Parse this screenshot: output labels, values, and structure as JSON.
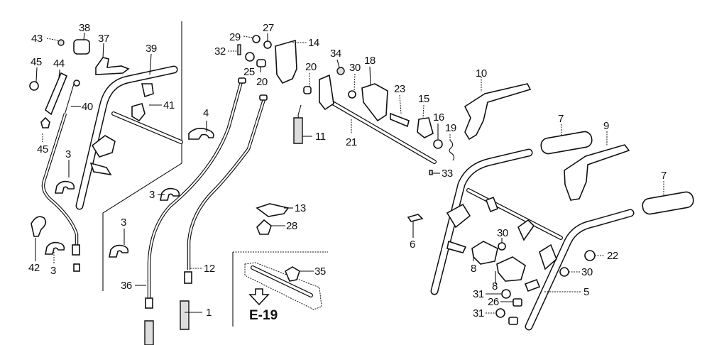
{
  "diagram": {
    "type": "exploded-parts-diagram",
    "subject": "Handle / control levers and cables assembly",
    "reference": {
      "label": "E-19",
      "arrow_icon": "hollow-down-arrow"
    },
    "callouts": [
      {
        "id": "c43",
        "label": "43"
      },
      {
        "id": "c38",
        "label": "38"
      },
      {
        "id": "c37",
        "label": "37"
      },
      {
        "id": "c45a",
        "label": "45"
      },
      {
        "id": "c44",
        "label": "44"
      },
      {
        "id": "c39",
        "label": "39"
      },
      {
        "id": "c40",
        "label": "40"
      },
      {
        "id": "c41",
        "label": "41"
      },
      {
        "id": "c45b",
        "label": "45"
      },
      {
        "id": "c3a",
        "label": "3"
      },
      {
        "id": "c42",
        "label": "42"
      },
      {
        "id": "c3b",
        "label": "3"
      },
      {
        "id": "c3c",
        "label": "3"
      },
      {
        "id": "c3d",
        "label": "3"
      },
      {
        "id": "c36",
        "label": "36"
      },
      {
        "id": "c29",
        "label": "29"
      },
      {
        "id": "c27",
        "label": "27"
      },
      {
        "id": "c32",
        "label": "32"
      },
      {
        "id": "c25",
        "label": "25"
      },
      {
        "id": "c20a",
        "label": "20"
      },
      {
        "id": "c14",
        "label": "14"
      },
      {
        "id": "c20b",
        "label": "20"
      },
      {
        "id": "c4",
        "label": "4"
      },
      {
        "id": "c11",
        "label": "11"
      },
      {
        "id": "c21",
        "label": "21"
      },
      {
        "id": "c34",
        "label": "34"
      },
      {
        "id": "c30a",
        "label": "30"
      },
      {
        "id": "c18",
        "label": "18"
      },
      {
        "id": "c23",
        "label": "23"
      },
      {
        "id": "c15",
        "label": "15"
      },
      {
        "id": "c16",
        "label": "16"
      },
      {
        "id": "c19",
        "label": "19"
      },
      {
        "id": "c33",
        "label": "33"
      },
      {
        "id": "c10",
        "label": "10"
      },
      {
        "id": "c7a",
        "label": "7"
      },
      {
        "id": "c9",
        "label": "9"
      },
      {
        "id": "c7b",
        "label": "7"
      },
      {
        "id": "c13",
        "label": "13"
      },
      {
        "id": "c28",
        "label": "28"
      },
      {
        "id": "c12",
        "label": "12"
      },
      {
        "id": "c1",
        "label": "1"
      },
      {
        "id": "c35",
        "label": "35"
      },
      {
        "id": "c6",
        "label": "6"
      },
      {
        "id": "c30b",
        "label": "30"
      },
      {
        "id": "c8a",
        "label": "8"
      },
      {
        "id": "c8b",
        "label": "8"
      },
      {
        "id": "c22",
        "label": "22"
      },
      {
        "id": "c30c",
        "label": "30"
      },
      {
        "id": "c5",
        "label": "5"
      },
      {
        "id": "c31a",
        "label": "31"
      },
      {
        "id": "c26",
        "label": "26"
      },
      {
        "id": "c31b",
        "label": "31"
      }
    ]
  }
}
